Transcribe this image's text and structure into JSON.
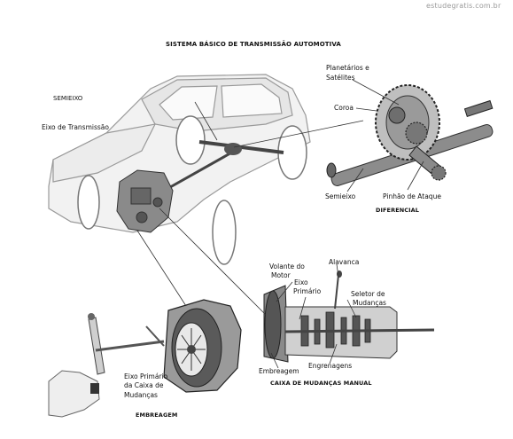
{
  "watermark": "estudegratis.com.br",
  "title": "SISTEMA BÁSICO DE TRANSMISSÃO AUTOMOTIVA",
  "labels": {
    "semieixo_main": "SEMIEIXO",
    "eixo_transmissao": "Eixo de Transmissão",
    "planetarios": "Planetários e",
    "satelites": "Satélites",
    "coroa": "Coroa",
    "semieixo_diff": "Semieixo",
    "pinhao": "Pinhão de Ataque",
    "diferencial": "DIFERENCIAL",
    "volante1": "Volante do",
    "volante2": "Motor",
    "alavanca": "Alavanca",
    "eixo_primario1": "Eixo",
    "eixo_primario2": "Primário",
    "seletor1": "Seletor de",
    "seletor2": "Mudanças",
    "embreagem_gb": "Embreagem",
    "engrenagens": "Engrenagens",
    "caixa": "CAIXA DE MUDANÇAS MANUAL",
    "eixo_caixa1": "Eixo Primário",
    "eixo_caixa2": "da Caixa de",
    "eixo_caixa3": "Mudanças",
    "embreagem_main": "EMBREAGEM"
  }
}
